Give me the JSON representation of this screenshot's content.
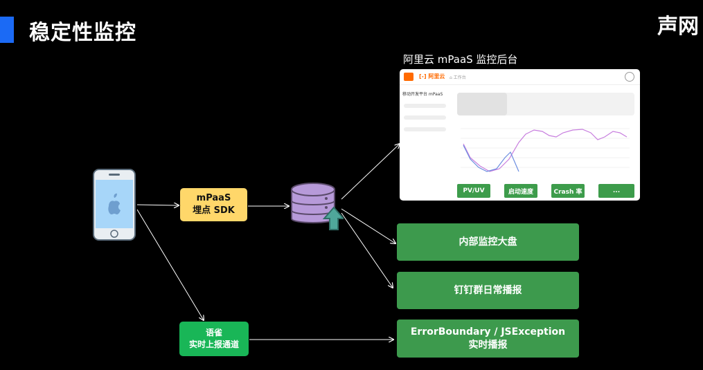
{
  "title": "稳定性监控",
  "brand": "声网",
  "console": {
    "caption": "阿里云 mPaaS 监控后台",
    "logo": "[-] 阿里云",
    "breadcrumb": "⌂ 工作台",
    "sidebar_title": "移动开发平台 mPaaS",
    "tabs": [
      "PV/UV",
      "启动速度",
      "Crash 率",
      "..."
    ],
    "chart_colors": {
      "line1": "#c77dde",
      "line2": "#6b8de0"
    }
  },
  "sdk": {
    "line1": "mPaaS",
    "line2": "埋点 SDK"
  },
  "boxes": {
    "internal": "内部监控大盘",
    "dingtalk": "钉钉群日常播报",
    "error_line1": "ErrorBoundary / JSException",
    "error_line2": "实时播报"
  },
  "yuque": {
    "line1": "语雀",
    "line2": "实时上报通道"
  },
  "colors": {
    "accent": "#1b6af5",
    "green": "#3d9a4d",
    "sdk": "#ffd76a",
    "db": "#b79ad9",
    "arrow_up": "#4fa79a"
  }
}
